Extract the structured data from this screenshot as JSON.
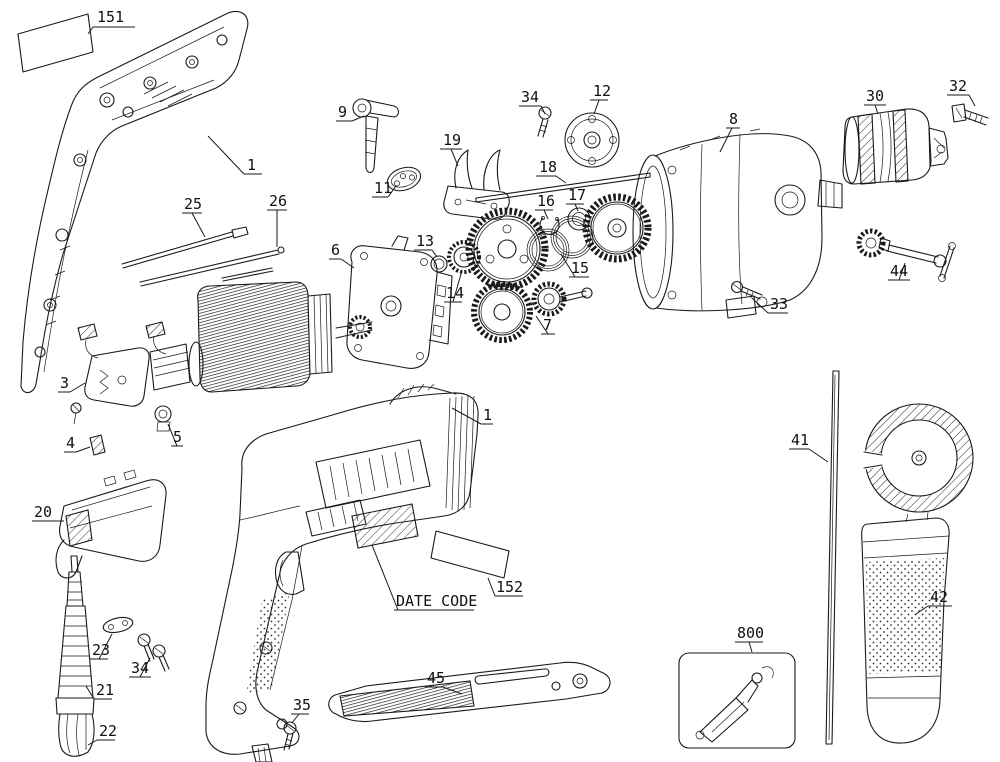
{
  "diagram": {
    "kind": "exploded-parts-diagram",
    "subject": "electric drill",
    "colors": {
      "line": "#1a1a1a",
      "background": "#ffffff"
    }
  },
  "labels": [
    {
      "part": "151",
      "text": "151"
    },
    {
      "part": "1-housing",
      "text": "1"
    },
    {
      "part": "9",
      "text": "9"
    },
    {
      "part": "34-screw-top",
      "text": "34"
    },
    {
      "part": "12",
      "text": "12"
    },
    {
      "part": "30",
      "text": "30"
    },
    {
      "part": "32",
      "text": "32"
    },
    {
      "part": "8",
      "text": "8"
    },
    {
      "part": "19",
      "text": "19"
    },
    {
      "part": "11",
      "text": "11"
    },
    {
      "part": "18",
      "text": "18"
    },
    {
      "part": "16",
      "text": "16"
    },
    {
      "part": "17",
      "text": "17"
    },
    {
      "part": "25",
      "text": "25"
    },
    {
      "part": "26",
      "text": "26"
    },
    {
      "part": "13",
      "text": "13"
    },
    {
      "part": "6",
      "text": "6"
    },
    {
      "part": "14",
      "text": "14"
    },
    {
      "part": "15",
      "text": "15"
    },
    {
      "part": "7",
      "text": "7"
    },
    {
      "part": "44",
      "text": "44"
    },
    {
      "part": "33",
      "text": "33"
    },
    {
      "part": "3",
      "text": "3"
    },
    {
      "part": "5",
      "text": "5"
    },
    {
      "part": "4",
      "text": "4"
    },
    {
      "part": "20",
      "text": "20"
    },
    {
      "part": "1-drill",
      "text": "1"
    },
    {
      "part": "41",
      "text": "41"
    },
    {
      "part": "152",
      "text": "152"
    },
    {
      "part": "42",
      "text": "42"
    },
    {
      "part": "23",
      "text": "23"
    },
    {
      "part": "34-screws-lower",
      "text": "34"
    },
    {
      "part": "21",
      "text": "21"
    },
    {
      "part": "22",
      "text": "22"
    },
    {
      "part": "35",
      "text": "35"
    },
    {
      "part": "45",
      "text": "45"
    },
    {
      "part": "800",
      "text": "800"
    },
    {
      "part": "date-code",
      "text": "DATE CODE"
    }
  ]
}
